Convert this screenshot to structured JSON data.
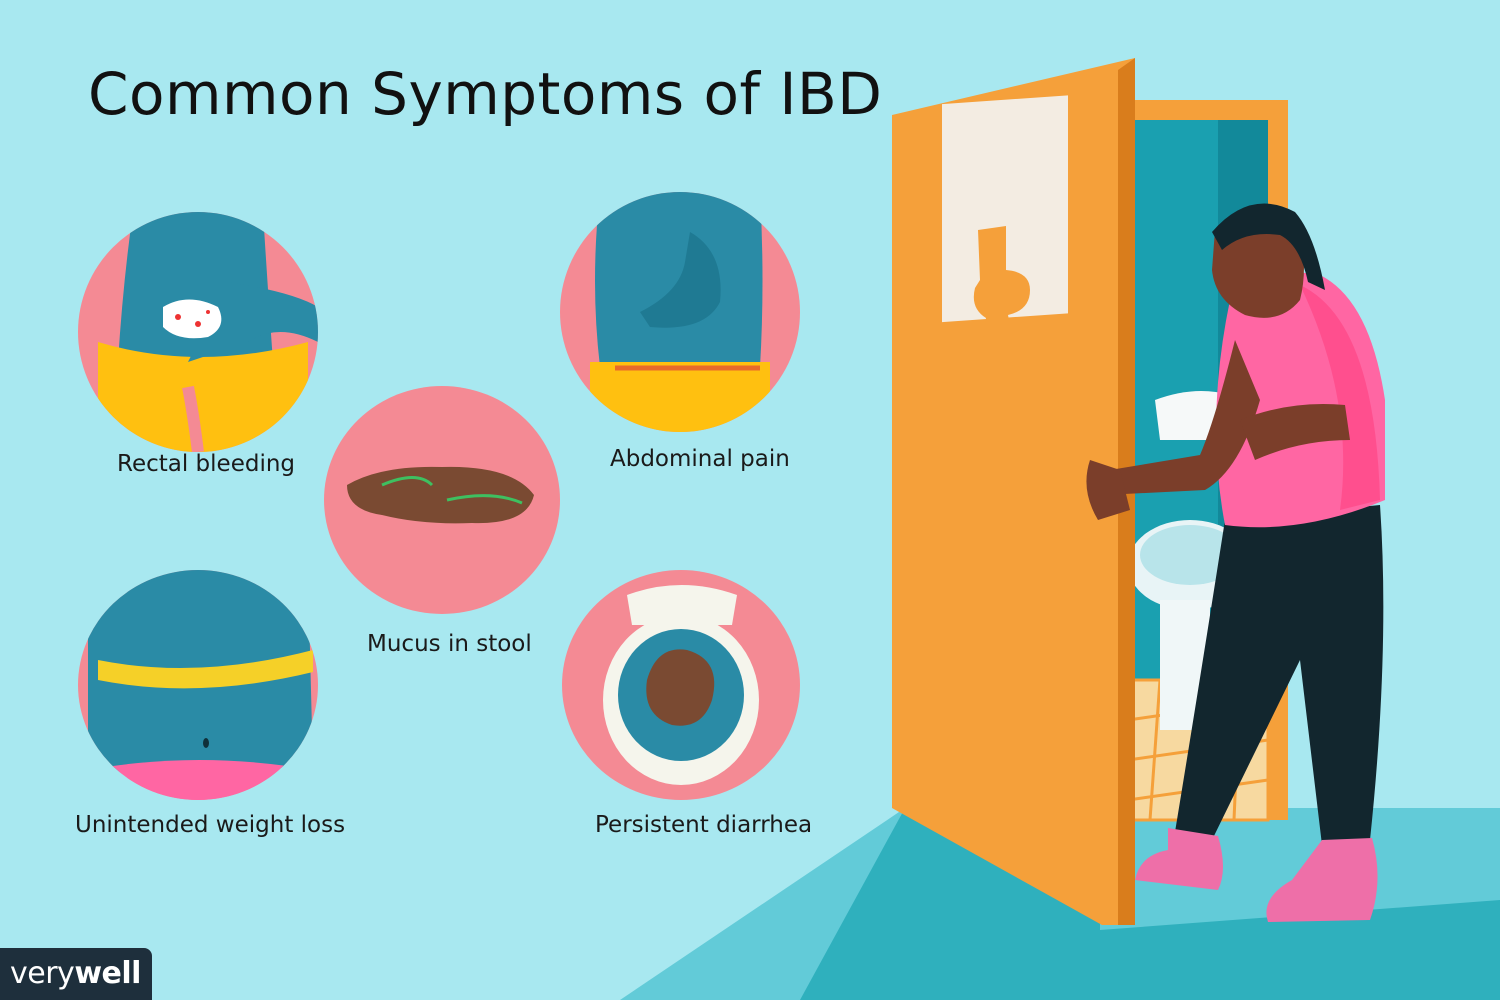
{
  "title": "Common Symptoms of IBD",
  "symptoms": [
    {
      "label": "Rectal bleeding",
      "icon": "rectal-bleeding-illustration"
    },
    {
      "label": "Mucus in stool",
      "icon": "mucus-stool-illustration"
    },
    {
      "label": "Abdominal pain",
      "icon": "abdominal-pain-illustration"
    },
    {
      "label": "Unintended weight loss",
      "icon": "measuring-tape-illustration"
    },
    {
      "label": "Persistent diarrhea",
      "icon": "toilet-bowl-illustration"
    }
  ],
  "brand": {
    "part1": "very",
    "part2": "well"
  },
  "colors": {
    "background": "#a8e8f0",
    "circle": "#f48a94",
    "skin_blue": "#2a8ba6",
    "shorts_yellow": "#ffc010",
    "door_orange": "#f5a03a",
    "shirt_pink": "#ff66a3",
    "floor_teal": "#2fb0bd",
    "stool_brown": "#7a4a32",
    "mucus_green": "#3ec060"
  }
}
